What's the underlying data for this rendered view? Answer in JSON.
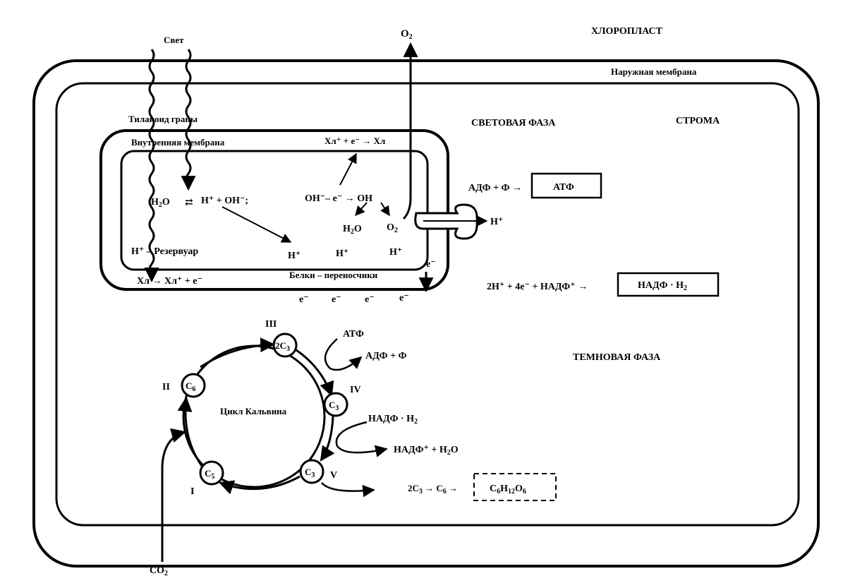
{
  "title": "ХЛОРОПЛАСТ",
  "outer_membrane": "Наружная мембрана",
  "light_label": "Свет",
  "o2_top": "O",
  "o2_top_sub": "2",
  "thylakoid": "Тилакоид граны",
  "inner_membrane": "Внутренняя мембрана",
  "light_phase": "СВЕТОВАЯ ФАЗА",
  "stroma": "СТРОМА",
  "dark_phase": "ТЕМНОВАЯ ФАЗА",
  "chl_oxidation_top": "Хл⁺ + е⁻ → Хл",
  "h2o": "H",
  "h2o_sub": "2",
  "h2o_o": "O",
  "water_split": "H⁺ + OH⁻;",
  "oh_reaction": "OH⁻– е⁻ → OH",
  "h2o_right": "H",
  "h2o_right_sub": "2",
  "h2o_right_o": "O",
  "o2_inner": "O",
  "o2_inner_sub": "2",
  "reservoir": "H⁺ – Резервуар",
  "h_plus": "H⁺",
  "chl_excite": "Хл → Хл⁺ + е⁻",
  "carriers": "Белки – переносчики",
  "electron": "е⁻",
  "adp_p": "АДФ + Ф →",
  "atp": "АТФ",
  "h_plus_out": "H⁺",
  "nadp_eq": "2H⁺ + 4е⁻ + НАДФ⁺ →",
  "nadph": "НАДФ · H",
  "nadph_sub": "2",
  "calvin": "Цикл Кальвина",
  "stage_1": "I",
  "stage_2": "II",
  "stage_3": "III",
  "stage_4": "IV",
  "stage_5": "V",
  "c6": "C",
  "c6_sub": "6",
  "c3_2": "2C",
  "c3_2_sub": "3",
  "c3": "C",
  "c3_sub": "3",
  "c5": "C",
  "c5_sub": "5",
  "atp_in": "АТФ",
  "adp_out": "АДФ + Ф",
  "nadph_in": "НАДФ · H",
  "nadph_in_sub": "2",
  "nadp_out": "НАДФ⁺ + H",
  "nadp_out_sub": "2",
  "nadp_out_o": "O",
  "glucose_eq": "2C",
  "glucose_eq_sub": "3",
  "glucose_eq_arrow": " → C",
  "glucose_eq_sub2": "6",
  "glucose_eq_end": " →",
  "glucose": "C",
  "glucose_sub1": "6",
  "glucose_h": "H",
  "glucose_sub2": "12",
  "glucose_o": "O",
  "glucose_sub3": "6",
  "co2": "CO",
  "co2_sub": "2"
}
